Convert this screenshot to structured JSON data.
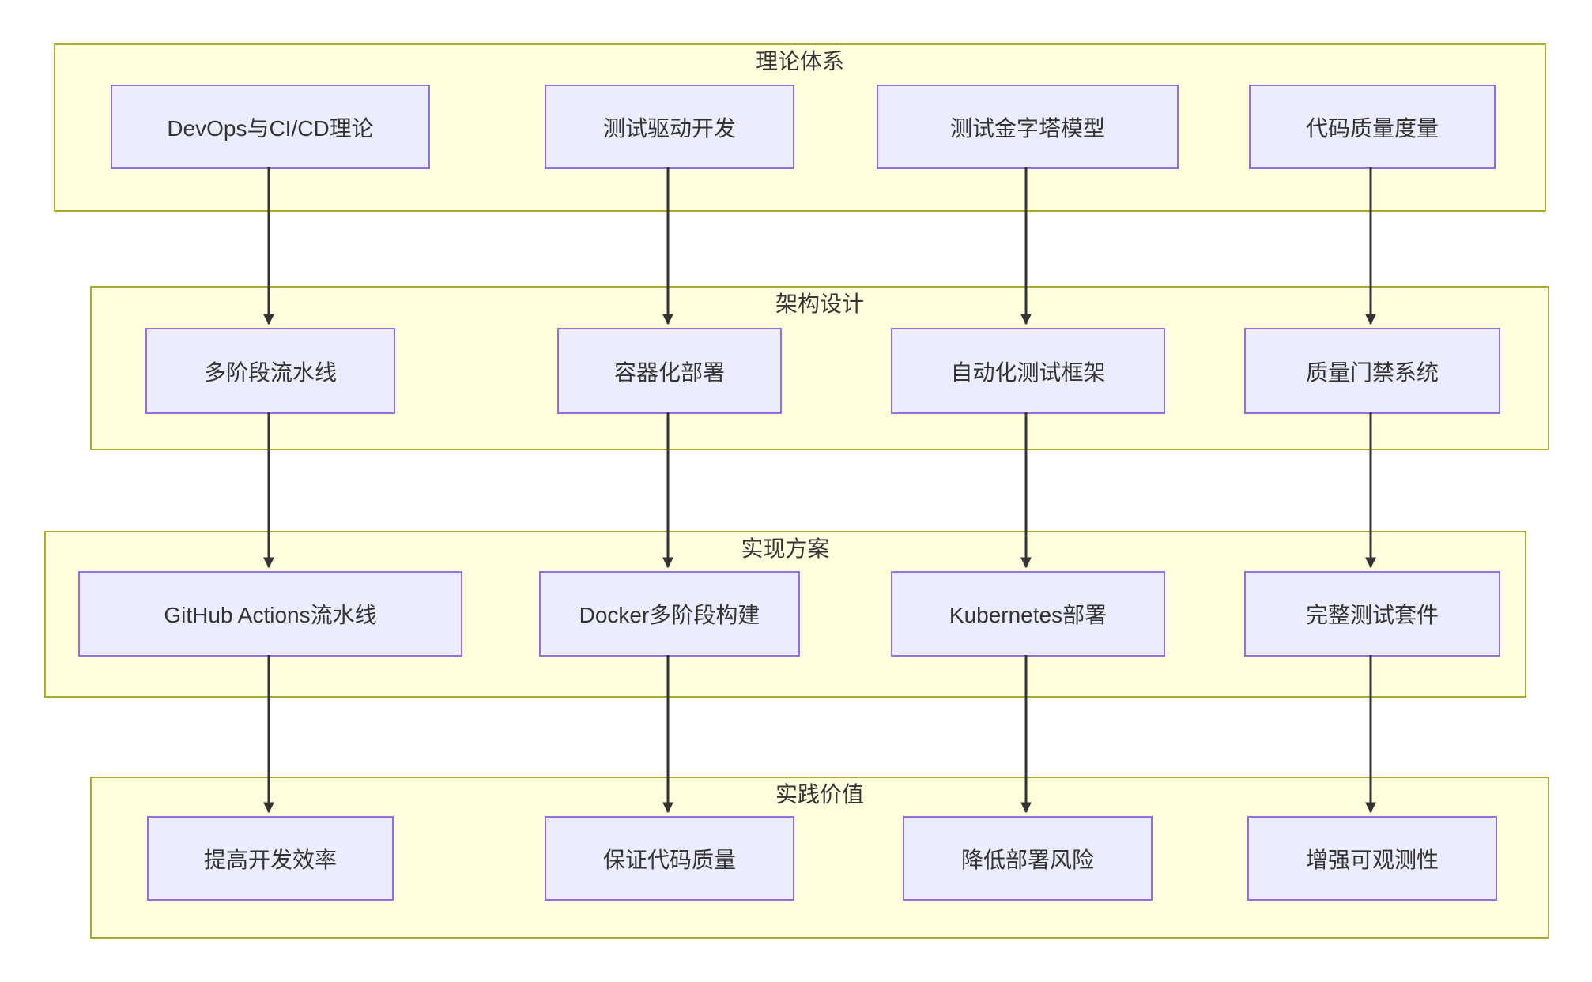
{
  "diagram": {
    "type": "flowchart-top-down",
    "bands": [
      {
        "title": "理论体系",
        "nodes": [
          {
            "label": "DevOps与CI/CD理论"
          },
          {
            "label": "测试驱动开发"
          },
          {
            "label": "测试金字塔模型"
          },
          {
            "label": "代码质量度量"
          }
        ]
      },
      {
        "title": "架构设计",
        "nodes": [
          {
            "label": "多阶段流水线"
          },
          {
            "label": "容器化部署"
          },
          {
            "label": "自动化测试框架"
          },
          {
            "label": "质量门禁系统"
          }
        ]
      },
      {
        "title": "实现方案",
        "nodes": [
          {
            "label": "GitHub Actions流水线"
          },
          {
            "label": "Docker多阶段构建"
          },
          {
            "label": "Kubernetes部署"
          },
          {
            "label": "完整测试套件"
          }
        ]
      },
      {
        "title": "实践价值",
        "nodes": [
          {
            "label": "提高开发效率"
          },
          {
            "label": "保证代码质量"
          },
          {
            "label": "降低部署风险"
          },
          {
            "label": "增强可观测性"
          }
        ]
      }
    ],
    "edges": [
      {
        "from": "DevOps与CI/CD理论",
        "to": "多阶段流水线"
      },
      {
        "from": "测试驱动开发",
        "to": "容器化部署"
      },
      {
        "from": "测试金字塔模型",
        "to": "自动化测试框架"
      },
      {
        "from": "代码质量度量",
        "to": "质量门禁系统"
      },
      {
        "from": "多阶段流水线",
        "to": "GitHub Actions流水线"
      },
      {
        "from": "容器化部署",
        "to": "Docker多阶段构建"
      },
      {
        "from": "自动化测试框架",
        "to": "Kubernetes部署"
      },
      {
        "from": "质量门禁系统",
        "to": "完整测试套件"
      },
      {
        "from": "GitHub Actions流水线",
        "to": "提高开发效率"
      },
      {
        "from": "Docker多阶段构建",
        "to": "保证代码质量"
      },
      {
        "from": "Kubernetes部署",
        "to": "降低部署风险"
      },
      {
        "from": "完整测试套件",
        "to": "增强可观测性"
      }
    ],
    "colors": {
      "band_fill": "#ffffde",
      "band_border": "#aaaa33",
      "node_fill": "#ececff",
      "node_border": "#9370db",
      "text": "#333333",
      "arrow": "#333333"
    }
  }
}
